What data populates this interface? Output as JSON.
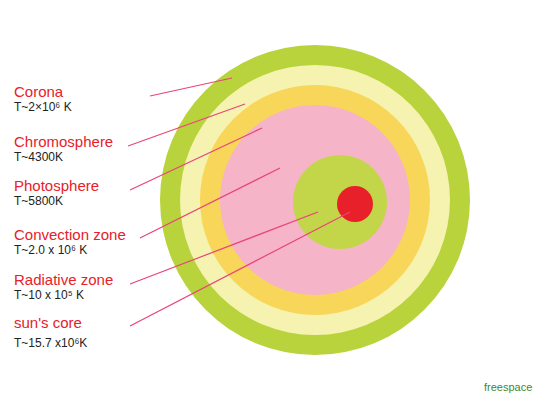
{
  "diagram": {
    "labels": [
      "Corona",
      "T~2×10⁶ K",
      "Chromosphere",
      "T~4300K",
      "Photosphere",
      "T~5800K",
      "Convection zone",
      "T~2.0 x 10⁶ K",
      "Radiative zone",
      "T~10 x 10⁵ K",
      "sun's core",
      "T~15.7 x10⁶K",
      "freespace"
    ]
  }
}
